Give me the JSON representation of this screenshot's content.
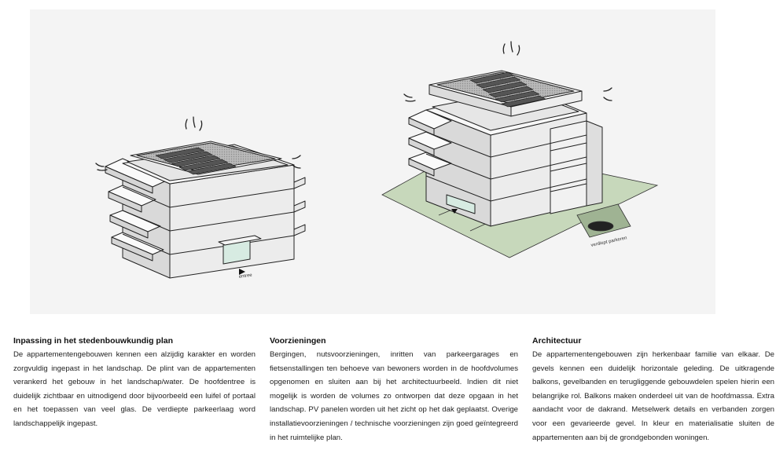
{
  "diagram": {
    "label_entrance": "entree",
    "label_sunken_parking": "verdiept parkeren"
  },
  "sections": [
    {
      "title": "Inpassing in het stedenbouwkundig plan",
      "body": "De appartementengebouwen kennen een alzijdig karakter en worden zorgvuldig ingepast in het landschap. De plint van de appartementen verankerd het gebouw in het landschap/water. De hoofdentree is duidelijk zichtbaar en uitnodigend door bijvoorbeeld een luifel of portaal en het toepassen van veel glas. De verdiepte parkeerlaag word landschappelijk ingepast."
    },
    {
      "title": "Voorzieningen",
      "body": "Bergingen, nutsvoorzieningen, inritten van parkeergarages en fietsenstallingen ten behoeve van bewoners worden in de hoofdvolumes opgenomen en sluiten aan bij het architectuurbeeld. Indien dit niet mogelijk is worden de volumes zo ontworpen dat deze opgaan in het landschap. PV panelen worden uit het zicht op het dak geplaatst. Overige installatievoorzieningen / technische voorzieningen zijn goed geïntegreerd in het ruimtelijke plan."
    },
    {
      "title": "Architectuur",
      "body": "De appartementengebouwen zijn herkenbaar familie van elkaar. De gevels kennen een duidelijk horizontale geleding. De uitkragende balkons, gevelbanden en terugliggende gebouwdelen spelen hierin een belangrijke rol. Balkons maken onderdeel uit van de hoofdmassa. Extra aandacht voor de dakrand. Metselwerk details en verbanden zorgen voor een gevarieerde gevel. In kleur en materialisatie sluiten de appartementen aan bij de grondgebonden woningen."
    }
  ]
}
